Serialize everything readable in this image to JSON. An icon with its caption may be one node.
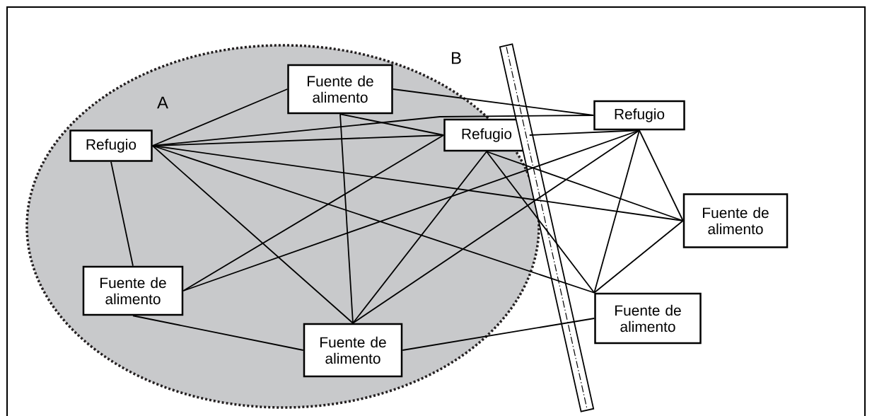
{
  "diagram": {
    "nodes": [
      {
        "text": [
          "A"
        ]
      },
      {
        "text": [
          "Fuente de alimento"
        ],
        "in": 0
      },
      {
        "text": [
          "Refugio"
        ],
        "in": 0
      },
      {
        "text": [
          "Refugio"
        ],
        "in": 0
      },
      {
        "text": [
          "Refugio"
        ]
      },
      {
        "text": [
          "Fuente de alimento"
        ],
        "in": 0
      },
      {
        "text": [
          "Fuente de alimento"
        ],
        "in": 0
      },
      {
        "text": [
          "Fuente de alimento"
        ]
      },
      {
        "text": [
          "Fuente de alimento"
        ]
      }
    ],
    "edges": [
      {
        "from": 2,
        "to": 1,
        "arrow": "none"
      },
      {
        "from": 2,
        "to": 3,
        "arrow": "none"
      },
      {
        "from": 2,
        "to": 4,
        "arrow": "none"
      },
      {
        "from": 2,
        "to": 7,
        "arrow": "none"
      },
      {
        "from": 2,
        "to": 8,
        "arrow": "none"
      },
      {
        "from": 2,
        "to": 6,
        "arrow": "none"
      },
      {
        "from": 2,
        "to": 5,
        "arrow": "none"
      },
      {
        "from": 1,
        "to": 4,
        "arrow": "none"
      },
      {
        "from": 1,
        "to": 3,
        "arrow": "none"
      },
      {
        "from": 1,
        "to": 6,
        "arrow": "none"
      },
      {
        "from": 3,
        "to": 4,
        "arrow": "none"
      },
      {
        "from": 5,
        "to": 3,
        "arrow": "none"
      },
      {
        "from": 5,
        "to": 4,
        "arrow": "none"
      },
      {
        "from": 5,
        "to": 6,
        "arrow": "none"
      },
      {
        "from": 6,
        "to": 3,
        "arrow": "none"
      },
      {
        "from": 6,
        "to": 4,
        "arrow": "none"
      },
      {
        "from": 6,
        "to": 8,
        "arrow": "none"
      },
      {
        "from": 3,
        "to": 7,
        "arrow": "none"
      },
      {
        "from": 3,
        "to": 8,
        "arrow": "none"
      },
      {
        "from": 4,
        "to": 7,
        "arrow": "none"
      },
      {
        "from": 4,
        "to": 8,
        "arrow": "none"
      },
      {
        "from": 7,
        "to": 8,
        "arrow": "none"
      }
    ],
    "labels": [
      "B"
    ]
  }
}
